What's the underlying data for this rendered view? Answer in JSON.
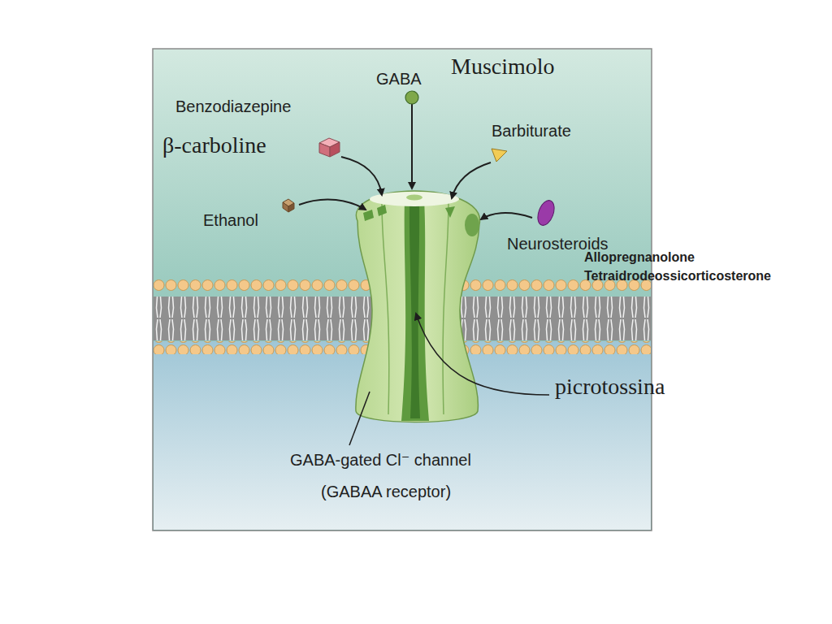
{
  "diagram": {
    "labels": [
      "Muscimolo",
      "GABA",
      "Benzodiazepine",
      "β-carboline",
      "Barbiturate",
      "Ethanol",
      "Neurosteroids",
      "Allopregnanolone",
      "Tetraidrodeossicorticosterone",
      "picrotossina",
      "GABA-gated Cl⁻ channel",
      "(GABAA receptor)"
    ]
  }
}
